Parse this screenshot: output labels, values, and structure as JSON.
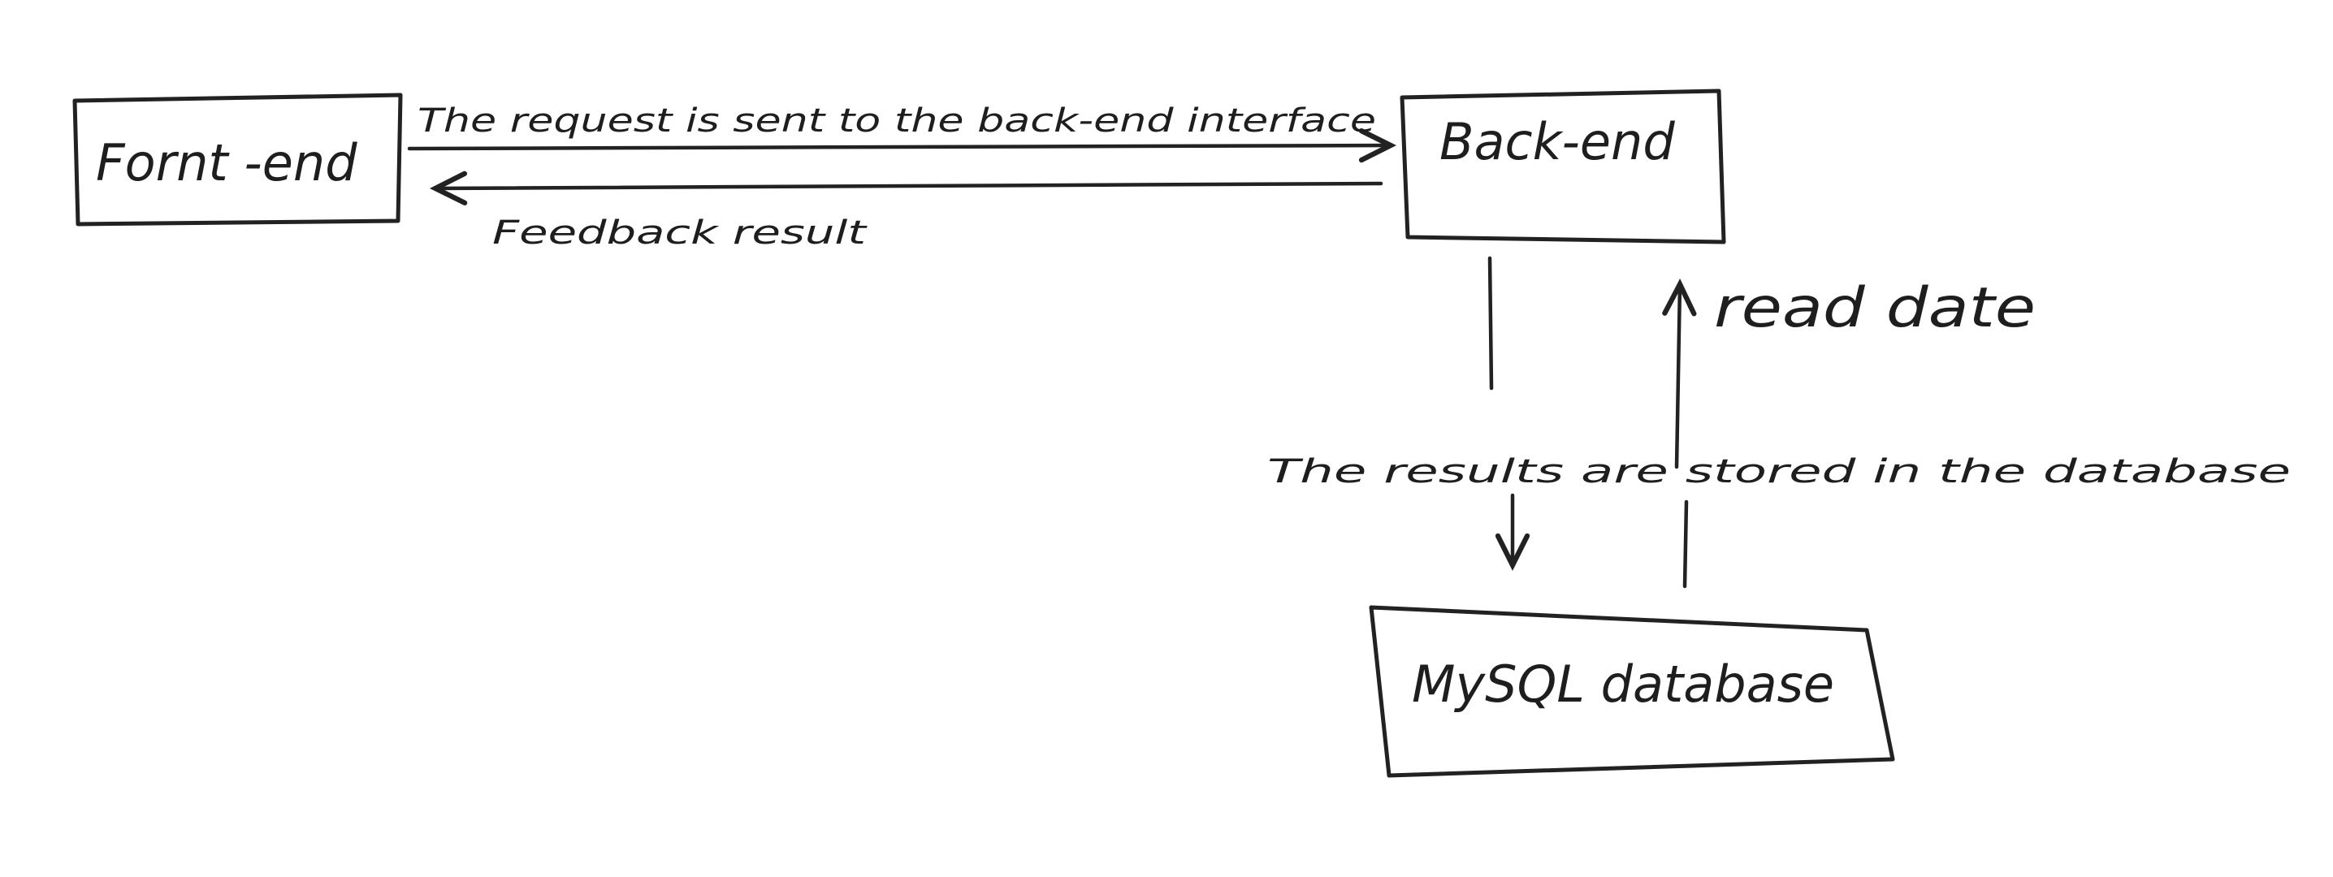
{
  "nodes": {
    "frontend": {
      "label": "Fornt -end"
    },
    "backend": {
      "label": "Back-end"
    },
    "database": {
      "label": "MySQL database"
    }
  },
  "edges": {
    "request": {
      "label": "The request is sent to the back-end interface"
    },
    "feedback": {
      "label": "Feedback result"
    },
    "store": {
      "label": "The results are stored in the database"
    },
    "read": {
      "label": "read date"
    }
  },
  "colors": {
    "ink": "#222222",
    "background": "#ffffff"
  }
}
